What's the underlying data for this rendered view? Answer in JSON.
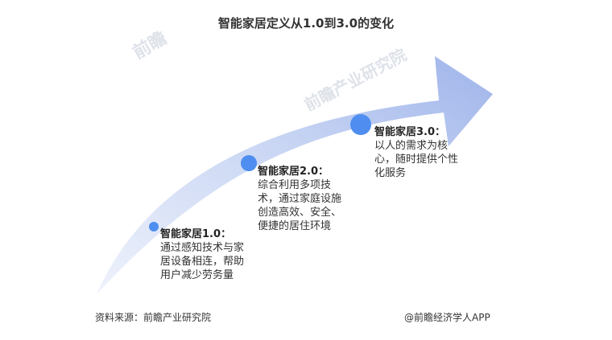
{
  "title": "智能家居定义从1.0到3.0的变化",
  "colors": {
    "arrow_light": "#eef2fb",
    "arrow_mid": "#c8d5f3",
    "arrow_dark": "#9fb4ea",
    "dot": "#4f8ef0"
  },
  "stages": [
    {
      "heading": "智能家居1.0：",
      "desc": "通过感知技术与家居设备相连，帮助用户减少劳务量"
    },
    {
      "heading": "智能家居2.0：",
      "desc": "综合利用多项技术，通过家庭设施创造高效、安全、便捷的居住环境"
    },
    {
      "heading": "智能家居3.0：",
      "desc": "以人的需求为核心，随时提供个性化服务"
    }
  ],
  "watermarks": [
    "前瞻",
    "前瞻产业研究院"
  ],
  "footer": {
    "source": "资料来源：前瞻产业研究院",
    "credit": "@前瞻经济学人APP"
  }
}
